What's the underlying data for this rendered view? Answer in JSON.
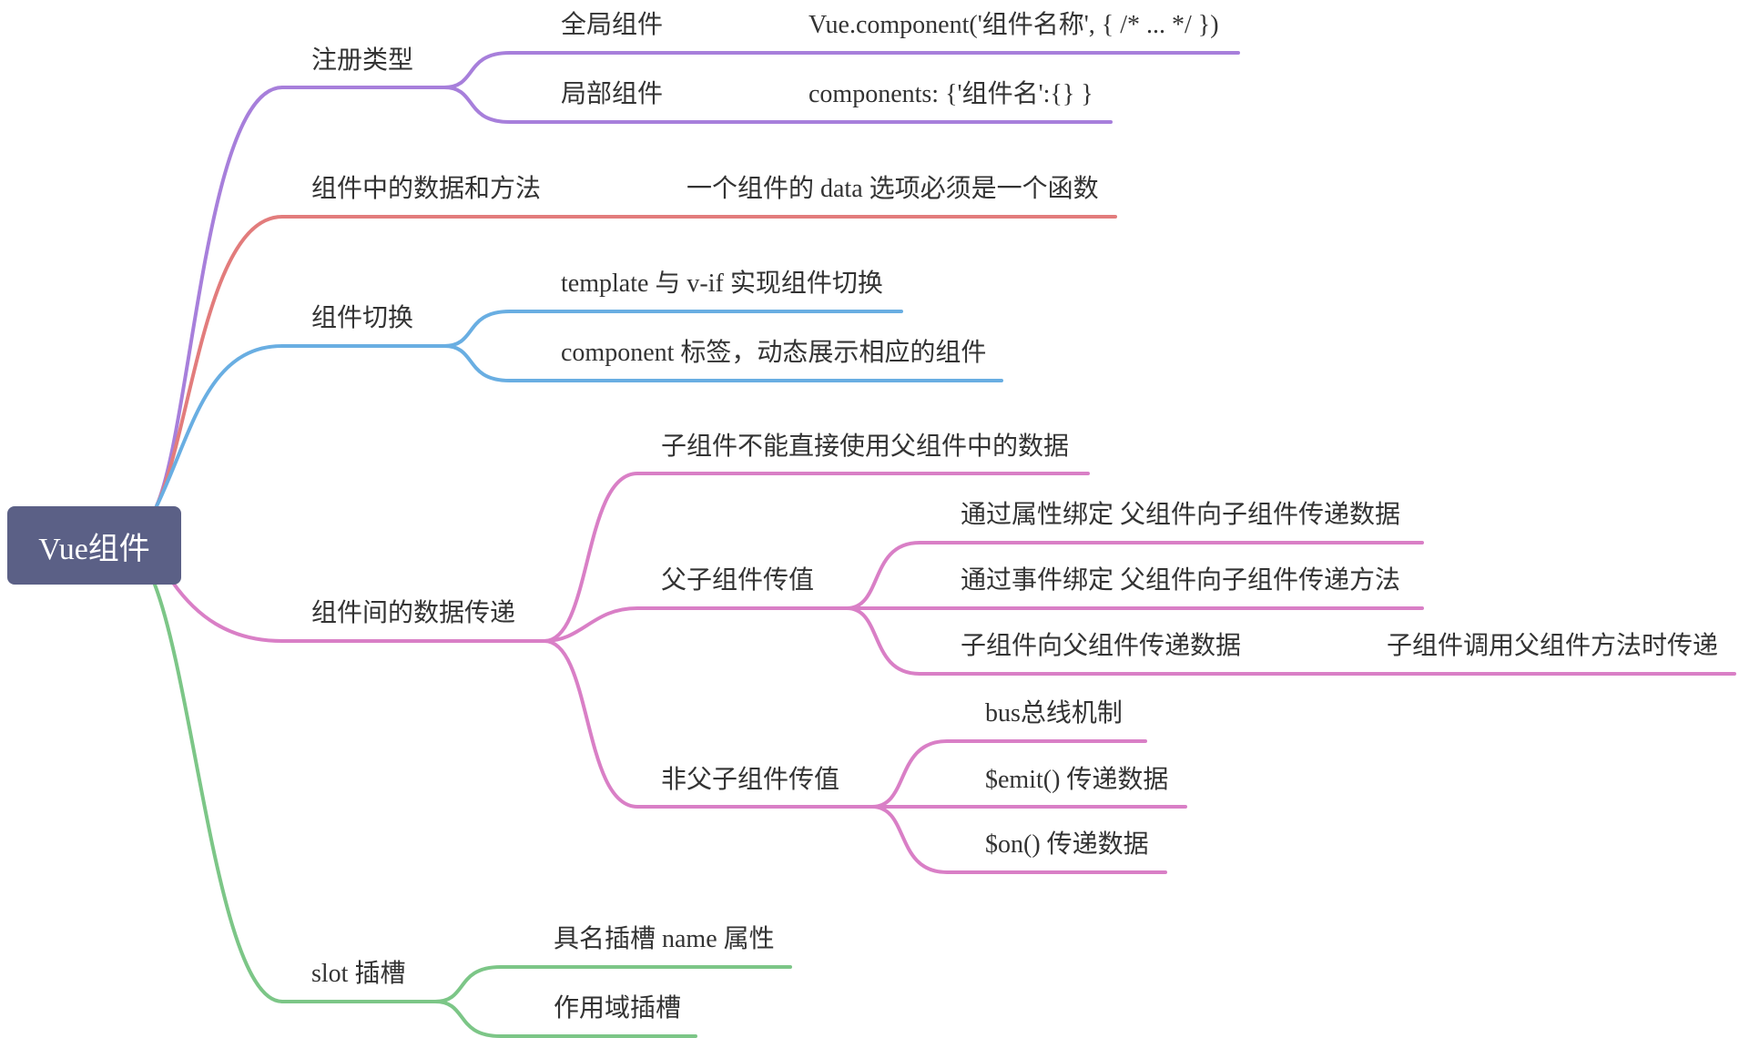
{
  "root": "Vue组件",
  "colors": {
    "root_fill": "#5b6086",
    "purple": "#a77fdb",
    "red": "#e27c7c",
    "blue": "#69aee2",
    "pink": "#d97fc6",
    "green": "#7cc687",
    "text": "#333333"
  },
  "branches": [
    {
      "label": "注册类型",
      "children": [
        {
          "label": "全局组件",
          "detail": "Vue.component('组件名称', { /* ... */ })"
        },
        {
          "label": "局部组件",
          "detail": "components: {'组件名':{} }"
        }
      ]
    },
    {
      "label": "组件中的数据和方法",
      "detail": "一个组件的 data 选项必须是一个函数"
    },
    {
      "label": "组件切换",
      "children": [
        {
          "label": "template 与 v-if 实现组件切换"
        },
        {
          "label": "component 标签，动态展示相应的组件"
        }
      ]
    },
    {
      "label": "组件间的数据传递",
      "children": [
        {
          "label": "子组件不能直接使用父组件中的数据"
        },
        {
          "label": "父子组件传值",
          "children": [
            {
              "label": "通过属性绑定 父组件向子组件传递数据"
            },
            {
              "label": "通过事件绑定  父组件向子组件传递方法"
            },
            {
              "label": "子组件向父组件传递数据",
              "detail": "子组件调用父组件方法时传递"
            }
          ]
        },
        {
          "label": "非父子组件传值",
          "children": [
            {
              "label": "bus总线机制"
            },
            {
              "label": "$emit() 传递数据"
            },
            {
              "label": "$on() 传递数据"
            }
          ]
        }
      ]
    },
    {
      "label": "slot 插槽",
      "children": [
        {
          "label": "具名插槽 name 属性"
        },
        {
          "label": "作用域插槽"
        }
      ]
    }
  ]
}
